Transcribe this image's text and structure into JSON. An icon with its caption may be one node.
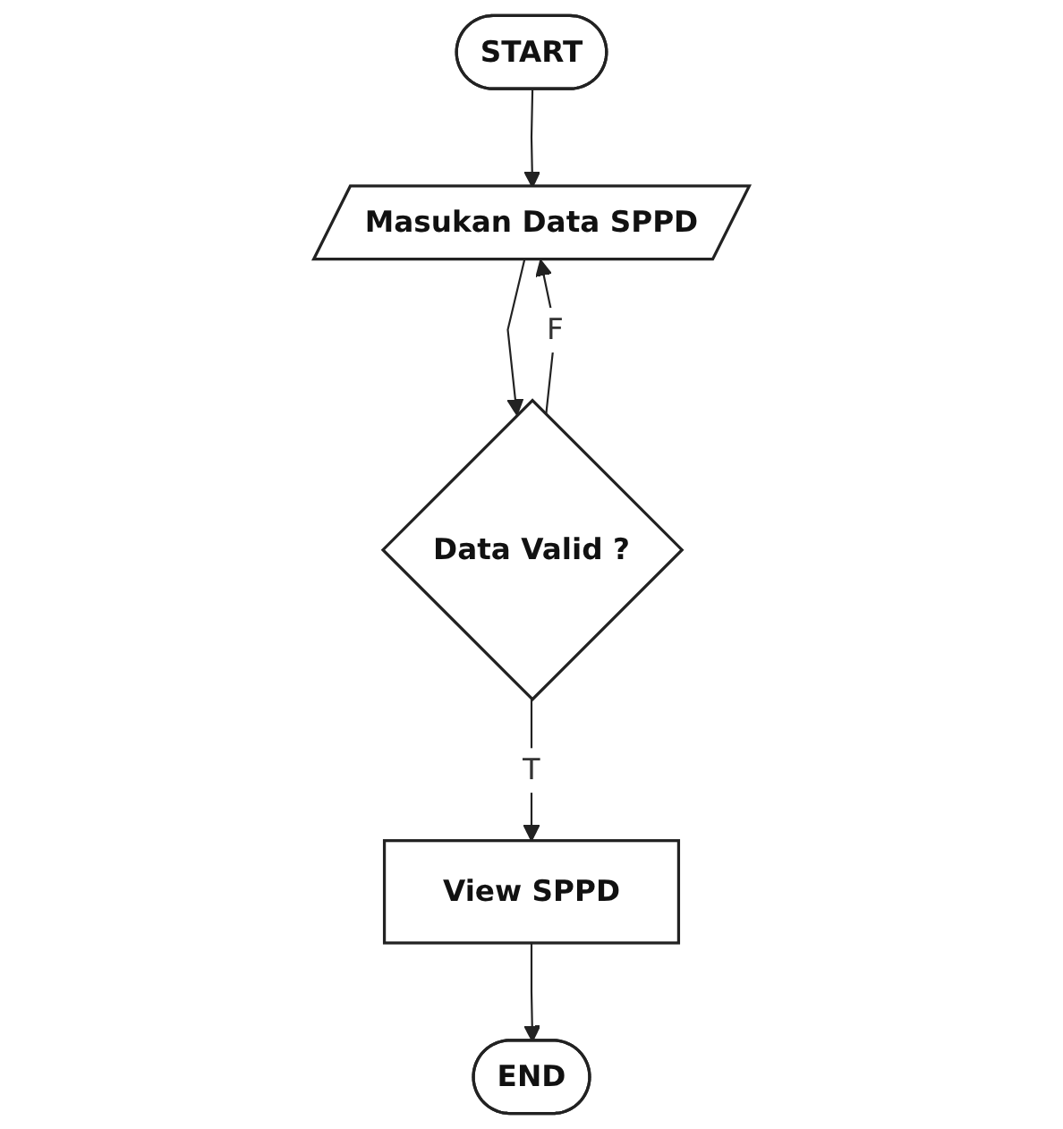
{
  "diagram": {
    "nodes": [
      {
        "text": [
          "START"
        ]
      },
      {
        "text": [
          "Masukan Data SPPD"
        ]
      },
      {
        "text": [
          "Data Valid ?"
        ]
      },
      {
        "text": [
          "View SPPD"
        ]
      },
      {
        "text": [
          "END"
        ]
      }
    ],
    "edges": [
      {
        "from": 0,
        "to": 1,
        "arrow": "to"
      },
      {
        "from": 1,
        "to": 2,
        "arrow": "to"
      },
      {
        "from": 2,
        "to": 1,
        "arrow": "to",
        "label": "F"
      },
      {
        "from": 2,
        "to": 3,
        "arrow": "to",
        "label": "T"
      },
      {
        "from": 3,
        "to": 4,
        "arrow": "to"
      }
    ]
  }
}
